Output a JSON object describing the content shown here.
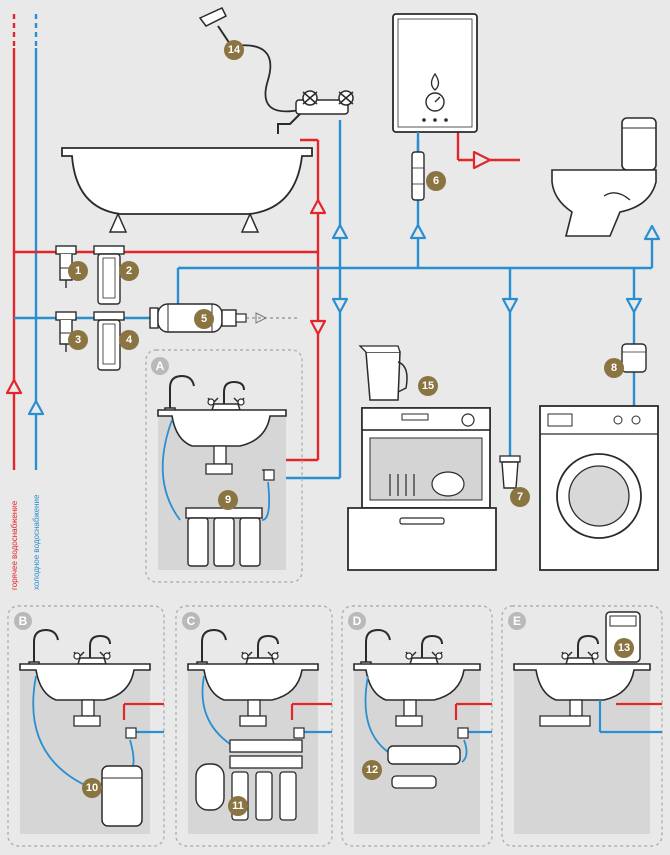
{
  "side_labels": {
    "hot": "горячее водоснабжение",
    "cold": "холодное водоснабжение"
  },
  "colors": {
    "hot": "#e3262b",
    "cold": "#2a8fd0",
    "badge": "#8a7442",
    "badge_letter": "#b9b9b9",
    "outline": "#2b2b2b",
    "panel": "#d9d9d9"
  },
  "markers": {
    "m1": "1",
    "m2": "2",
    "m3": "3",
    "m4": "4",
    "m5": "5",
    "m6": "6",
    "m7": "7",
    "m8": "8",
    "m9": "9",
    "m10": "10",
    "m11": "11",
    "m12": "12",
    "m13": "13",
    "m14": "14",
    "m15": "15"
  },
  "panel_letters": {
    "a": "A",
    "b": "B",
    "c": "C",
    "d": "D",
    "e": "E"
  },
  "icons": [
    "shower-head-icon",
    "bathtub-icon",
    "mixer-tap-icon",
    "gas-water-heater-icon",
    "toilet-icon",
    "water-jug-icon",
    "dishwasher-icon",
    "washing-machine-icon",
    "flow-filter-icon",
    "filter-cartridge-icon",
    "sink-icon",
    "reverse-osmosis-icon",
    "pressure-tank-icon",
    "flow-arrow-icon"
  ]
}
